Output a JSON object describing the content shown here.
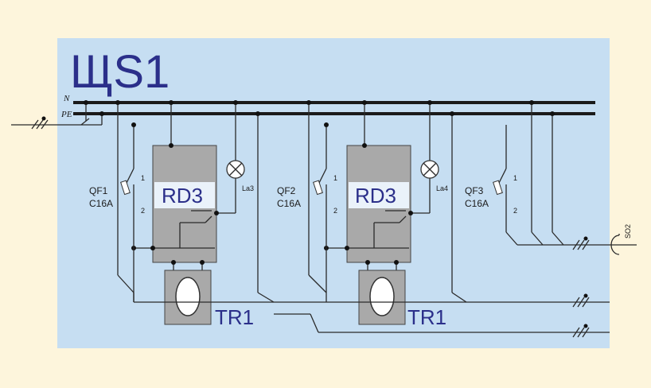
{
  "title": "ЩS1",
  "bus": {
    "n_label": "N",
    "pe_label": "PE"
  },
  "units": [
    {
      "breaker": {
        "name": "QF1",
        "rating": "C16A",
        "pin1": "1",
        "pin2": "2"
      },
      "relay": "RD3",
      "lamp": "La3",
      "sensor": "TR1"
    },
    {
      "breaker": {
        "name": "QF2",
        "rating": "C16A",
        "pin1": "1",
        "pin2": "2"
      },
      "relay": "RD3",
      "lamp": "La4",
      "sensor": "TR1"
    }
  ],
  "breaker3": {
    "name": "QF3",
    "rating": "C16A",
    "pin1": "1",
    "pin2": "2"
  },
  "outlet": "SO2",
  "colors": {
    "panel": "#c6def2",
    "background": "#fdf5dc",
    "title": "#2b2f8a",
    "box": "#a9a9a9"
  }
}
